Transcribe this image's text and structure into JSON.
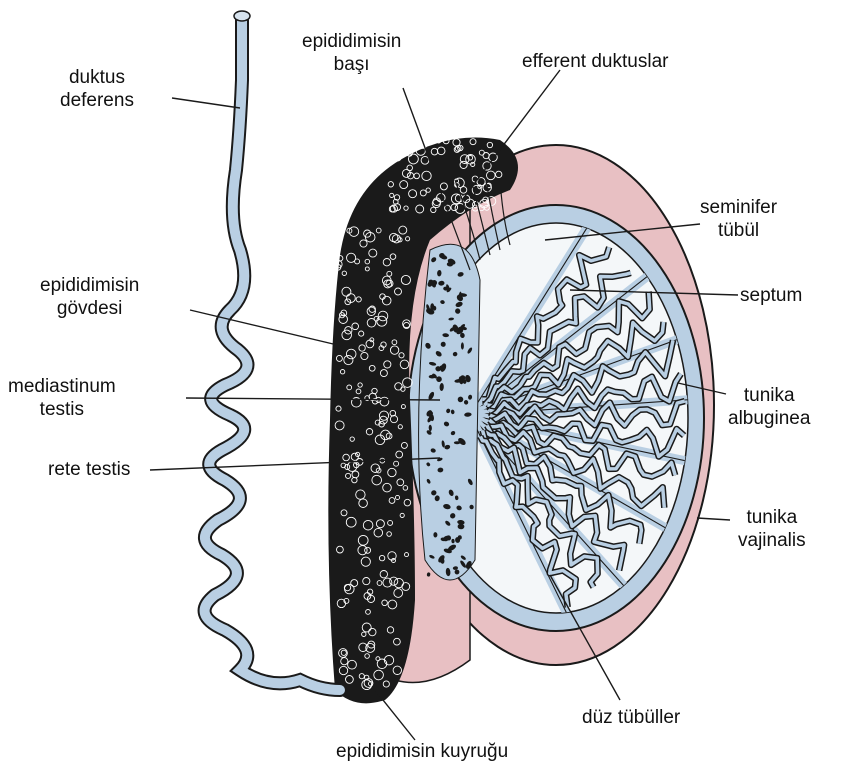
{
  "colors": {
    "background": "#ffffff",
    "tubule_blue": "#b9cfe3",
    "tunica_pink": "#e8c0c3",
    "outline": "#1a1a1a",
    "lumen": "#f4f7f9"
  },
  "labels": {
    "duktus_deferens": [
      "duktus",
      "deferens"
    ],
    "epididimisin_basi": [
      "epididimisin",
      "başı"
    ],
    "efferent_duktuslar": "efferent duktuslar",
    "seminifer_tubul": [
      "seminifer",
      "tübül"
    ],
    "septum": "septum",
    "epididimisin_govdesi": [
      "epididimisin",
      "gövdesi"
    ],
    "mediastinum_testis": [
      "mediastinum",
      "testis"
    ],
    "tunika_albuginea": [
      "tunika",
      "albuginea"
    ],
    "rete_testis": "rete testis",
    "tunika_vajinalis": [
      "tunika",
      "vajinalis"
    ],
    "duz_tubuller": "düz tübüller",
    "epididimisin_kuyrugu": "epididimisin kuyruğu"
  }
}
